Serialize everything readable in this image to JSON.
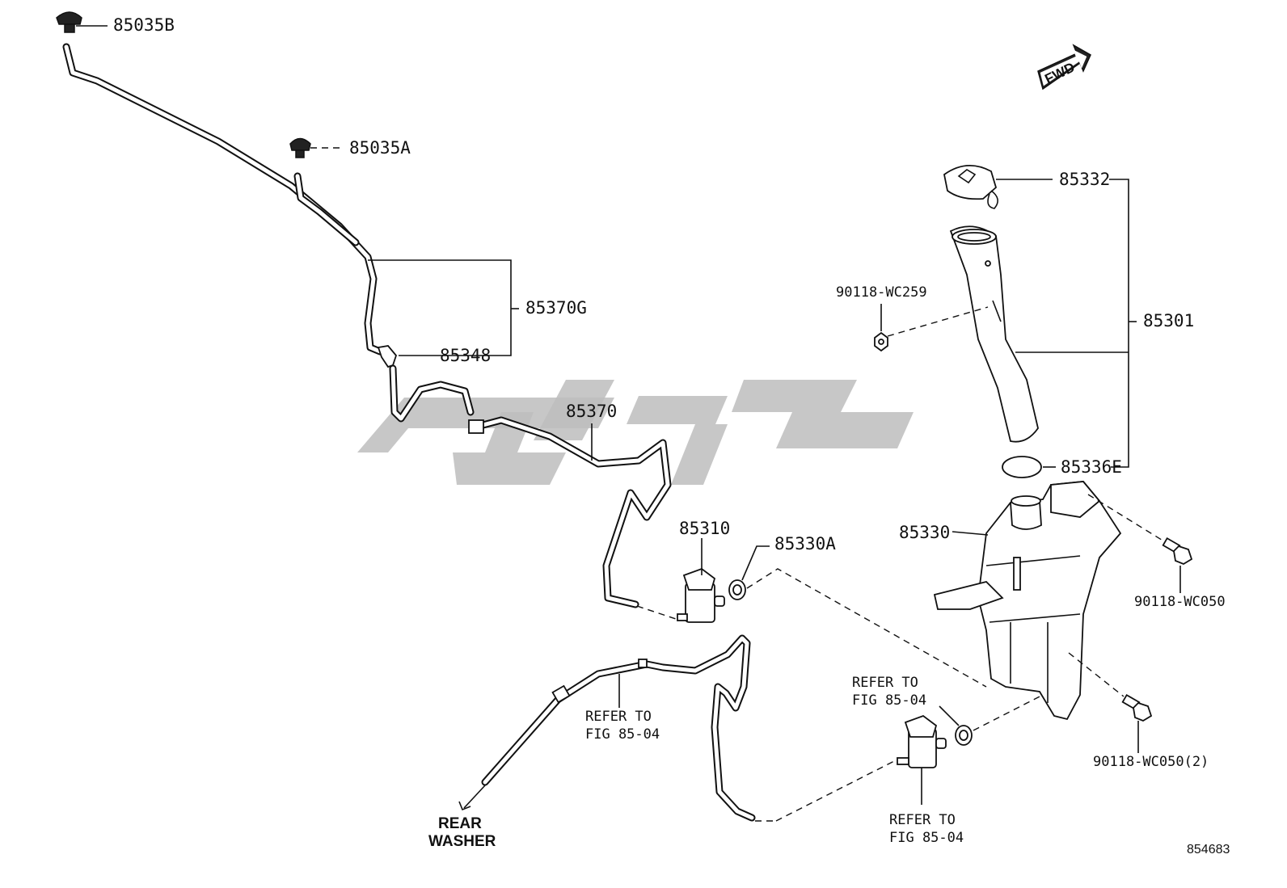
{
  "diagram": {
    "figure_number": "854683",
    "forward_label": "FWD",
    "labels": {
      "p85035B": "85035B",
      "p85035A": "85035A",
      "p85370G": "85370G",
      "p85348": "85348",
      "p85370": "85370",
      "p85310": "85310",
      "p85330A": "85330A",
      "p85332": "85332",
      "p85301": "85301",
      "p90118_WC259": "90118-WC259",
      "p85336E": "85336E",
      "p85330": "85330",
      "p90118_WC050": "90118-WC050",
      "p90118_WC050_2": "90118-WC050(2)"
    },
    "refer": {
      "line1": "REFER TO",
      "line2": "FIG 85-04"
    },
    "rear_washer": {
      "line1": "REAR",
      "line2": "WASHER"
    }
  }
}
